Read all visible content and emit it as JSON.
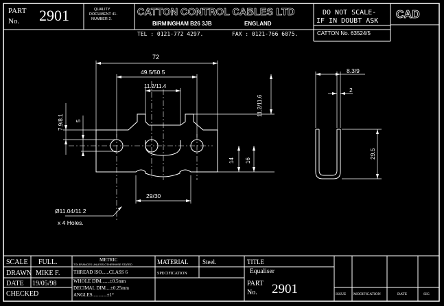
{
  "title_block_top": {
    "part_label_1": "PART",
    "part_label_2": "No.",
    "part_number": "2901",
    "quality_line_1": "QUALITY",
    "quality_line_2": "DOCUMENT 41.",
    "quality_line_3": "NUMBER 2.",
    "company_name": "CATTON CONTROL CABLES LTD",
    "company_city": "BIRMINGHAM B26 3JB",
    "company_country": "ENGLAND",
    "company_phone": "TEL : 0121-772 4297.",
    "company_fax": "FAX : 0121-766 6075.",
    "warning_line_1": "DO NOT SCALE-",
    "warning_line_2": "IF IN DOUBT ASK",
    "catton_number": "CATTON No. 63524/5",
    "cad_label": "CAD"
  },
  "drawing": {
    "dim_overall_width": "72",
    "dim_hole_pitch": "49.5/50.5",
    "dim_slot_width": "11.2/11.4",
    "dim_left_height": "7.9/8.1",
    "dim_left_small": "5",
    "dim_right_height": "11.2/11.6",
    "dim_height_14": "14",
    "dim_height_16": "16",
    "dim_bottom_cutout": "29/30",
    "hole_callout": "Ø11.04/11.2",
    "hole_count": "x 4 Holes.",
    "side_dim_width": "8.3/9",
    "side_dim_thickness": "2",
    "side_dim_height": "29.5"
  },
  "title_block_bottom": {
    "scale_label": "SCALE",
    "scale_value": "FULL.",
    "drawn_label": "DRAWN",
    "drawn_value": "MIKE F.",
    "date_label": "DATE",
    "date_value": "19/05/98",
    "checked_label": "CHECKED",
    "metric_label": "METRIC",
    "tolerance_note": "TOLERANCES UNLESS OTHERWISE STATED",
    "thread_tol": "THREAD ISO......CLASS 6",
    "whole_tol": "WHOLE DIM.......±0.5mm",
    "decimal_tol": "DECIMAL DIM....±0.25mm",
    "angles_tol": "ANGLES............±1°",
    "material_label": "MATERIAL",
    "material_value": "Steel.",
    "specification_label": "SPECIFICATION",
    "title_label": "TITLE",
    "title_value": "Equaliser",
    "part_label_1": "PART",
    "part_label_2": "No.",
    "part_number": "2901",
    "issue_label": "ISSUE",
    "modification_label": "MODIFICATION",
    "date_col_label": "DATE",
    "sig_label": "SIG"
  }
}
